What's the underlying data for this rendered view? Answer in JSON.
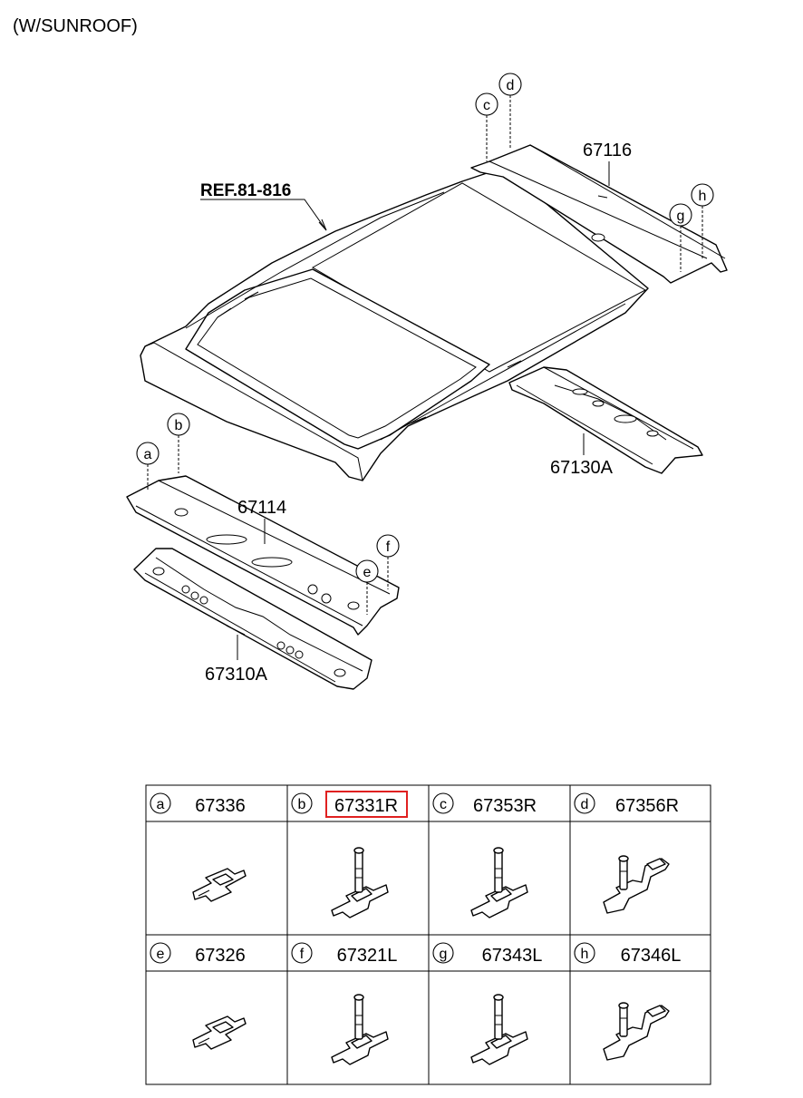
{
  "header": {
    "variant": "(W/SUNROOF)"
  },
  "diagram": {
    "reference": "REF.81-816",
    "parts": {
      "p67116": "67116",
      "p67130A": "67130A",
      "p67114": "67114",
      "p67310A": "67310A"
    },
    "callouts": [
      "a",
      "b",
      "c",
      "d",
      "e",
      "f",
      "g",
      "h"
    ]
  },
  "parts_table": {
    "highlight_color": "#e02020",
    "rows": [
      [
        {
          "letter": "a",
          "part": "67336",
          "highlighted": false
        },
        {
          "letter": "b",
          "part": "67331R",
          "highlighted": true
        },
        {
          "letter": "c",
          "part": "67353R",
          "highlighted": false
        },
        {
          "letter": "d",
          "part": "67356R",
          "highlighted": false
        }
      ],
      [
        {
          "letter": "e",
          "part": "67326",
          "highlighted": false
        },
        {
          "letter": "f",
          "part": "67321L",
          "highlighted": false
        },
        {
          "letter": "g",
          "part": "67343L",
          "highlighted": false
        },
        {
          "letter": "h",
          "part": "67346L",
          "highlighted": false
        }
      ]
    ]
  }
}
